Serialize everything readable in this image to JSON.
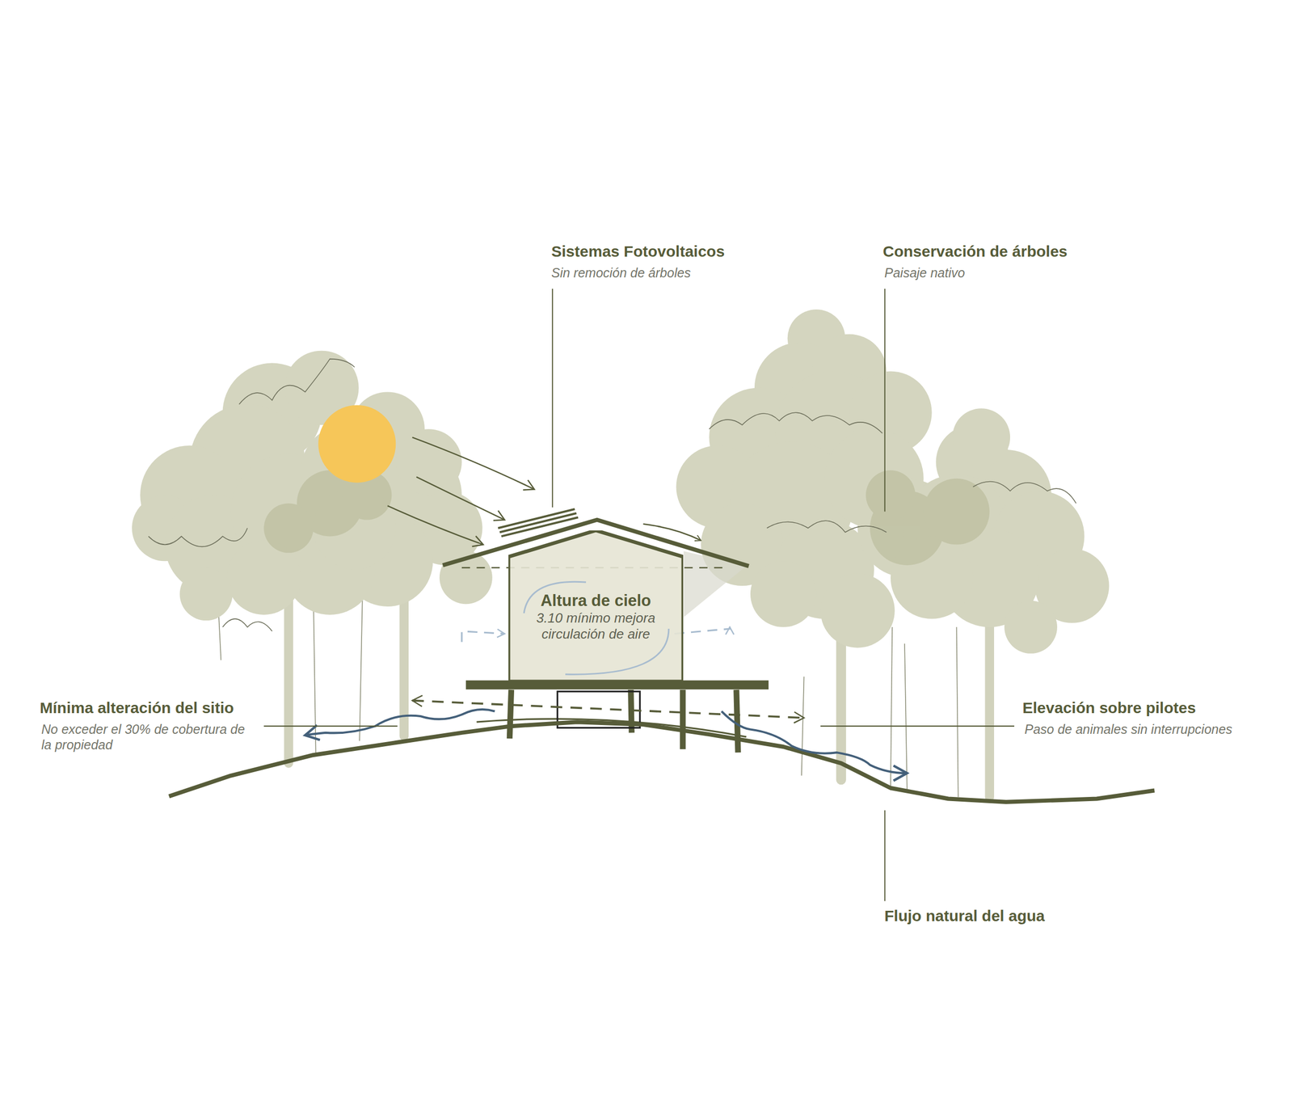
{
  "diagram": {
    "nodes": [
      {
        "text": [
          "Altura de cielo",
          "3.10 mínimo mejora circulación de aire"
        ]
      }
    ],
    "labels": [
      "Sistemas Fotovoltaicos",
      "Sin remoción de árboles",
      "Conservación de árboles",
      "Paisaje nativo",
      "Mínima alteración del sitio",
      "No exceder el 30% de cobertura de la propiedad",
      "Elevación sobre pilotes",
      "Paso de animales sin interrupciones",
      "Flujo natural del agua"
    ]
  }
}
